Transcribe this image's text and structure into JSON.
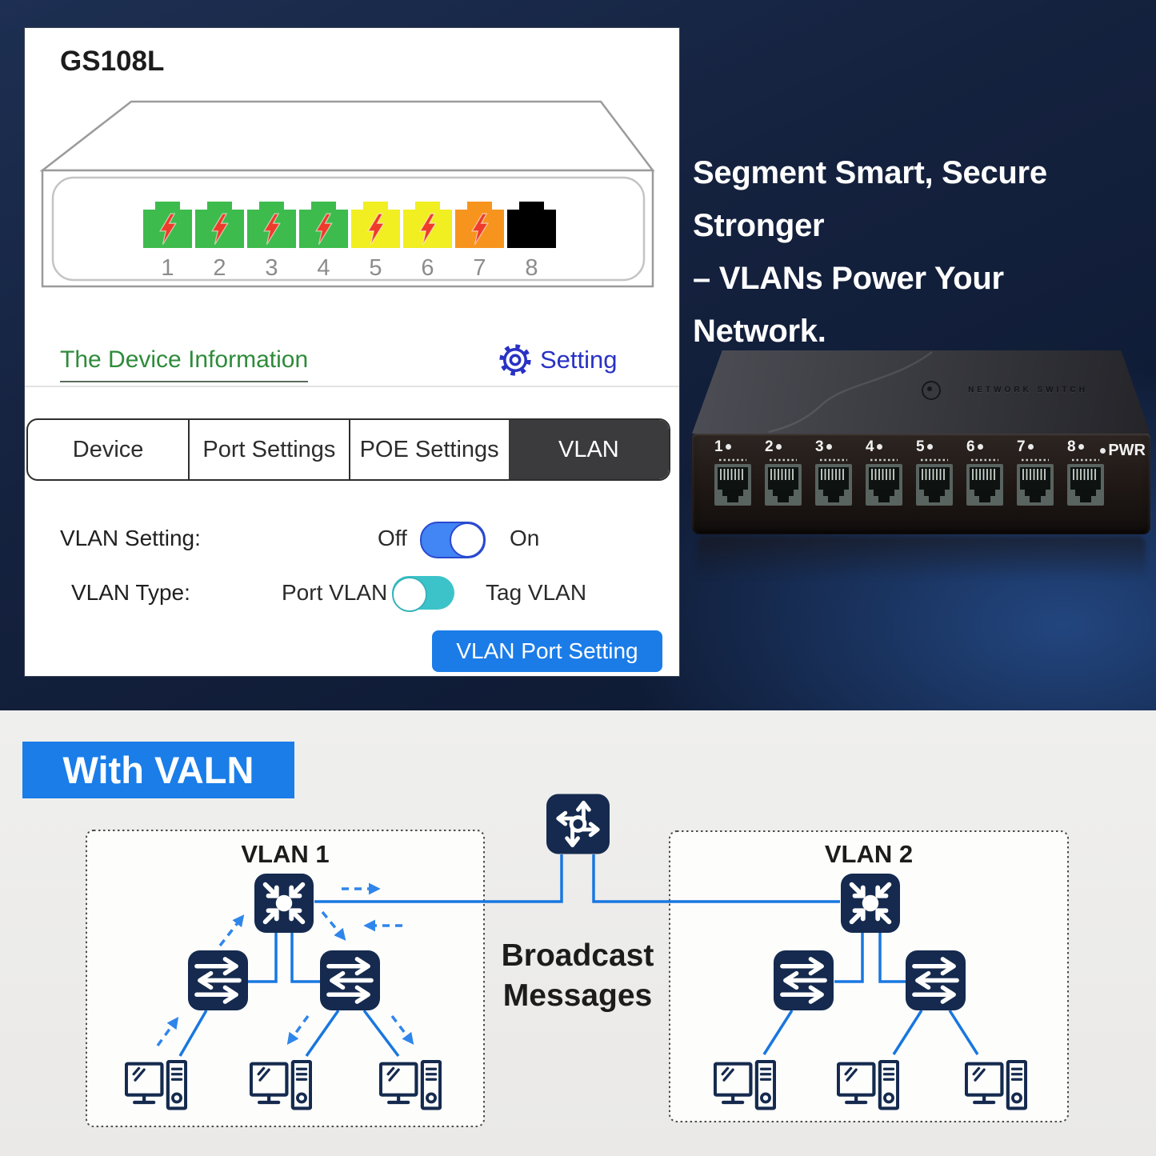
{
  "app_card": {
    "model": "GS108L",
    "ports": [
      {
        "num": "1",
        "color": "#3dbb4d"
      },
      {
        "num": "2",
        "color": "#3dbb4d"
      },
      {
        "num": "3",
        "color": "#3dbb4d"
      },
      {
        "num": "4",
        "color": "#3dbb4d"
      },
      {
        "num": "5",
        "color": "#f1ee22"
      },
      {
        "num": "6",
        "color": "#f1ee22"
      },
      {
        "num": "7",
        "color": "#f7941e"
      },
      {
        "num": "8",
        "color": "#000000"
      }
    ],
    "device_info_link": "The Device Information",
    "setting_label": "Setting",
    "tabs": [
      "Device",
      "Port Settings",
      "POE Settings",
      "VLAN"
    ],
    "active_tab": "VLAN",
    "vlan_setting_label": "VLAN Setting:",
    "off_label": "Off",
    "on_label": "On",
    "vlan_type_label": "VLAN Type:",
    "port_vlan_label": "Port VLAN",
    "tag_vlan_label": "Tag VLAN",
    "button_label": "VLAN Port Setting"
  },
  "hero": {
    "headline_line1": "Segment Smart, Secure Stronger",
    "headline_line2": "– VLANs Power Your Network.",
    "switch_brand": "NETWORK SWITCH",
    "port_labels": [
      "1",
      "2",
      "3",
      "4",
      "5",
      "6",
      "7",
      "8"
    ],
    "pwr_label": "PWR"
  },
  "diagram": {
    "banner": "With VALN",
    "vlan1_label": "VLAN 1",
    "vlan2_label": "VLAN 2",
    "broadcast_line1": "Broadcast",
    "broadcast_line2": "Messages"
  },
  "colors": {
    "accent_blue": "#1b7ce8",
    "banner_blue": "#1a7de8",
    "toggle_blue": "#4285f4",
    "toggle_teal": "#3cc3c9",
    "link_green": "#2e8b3a",
    "setting_blue": "#2832c4",
    "port_green": "#3dbb4d",
    "port_yellow": "#f1ee22",
    "port_orange": "#f7941e",
    "port_black": "#000000",
    "bolt_red": "#ee3b2a",
    "icon_navy": "#152a4e",
    "line_blue": "#1877e0",
    "dark_bg": "#0c1830",
    "light_bg": "#ececea"
  }
}
